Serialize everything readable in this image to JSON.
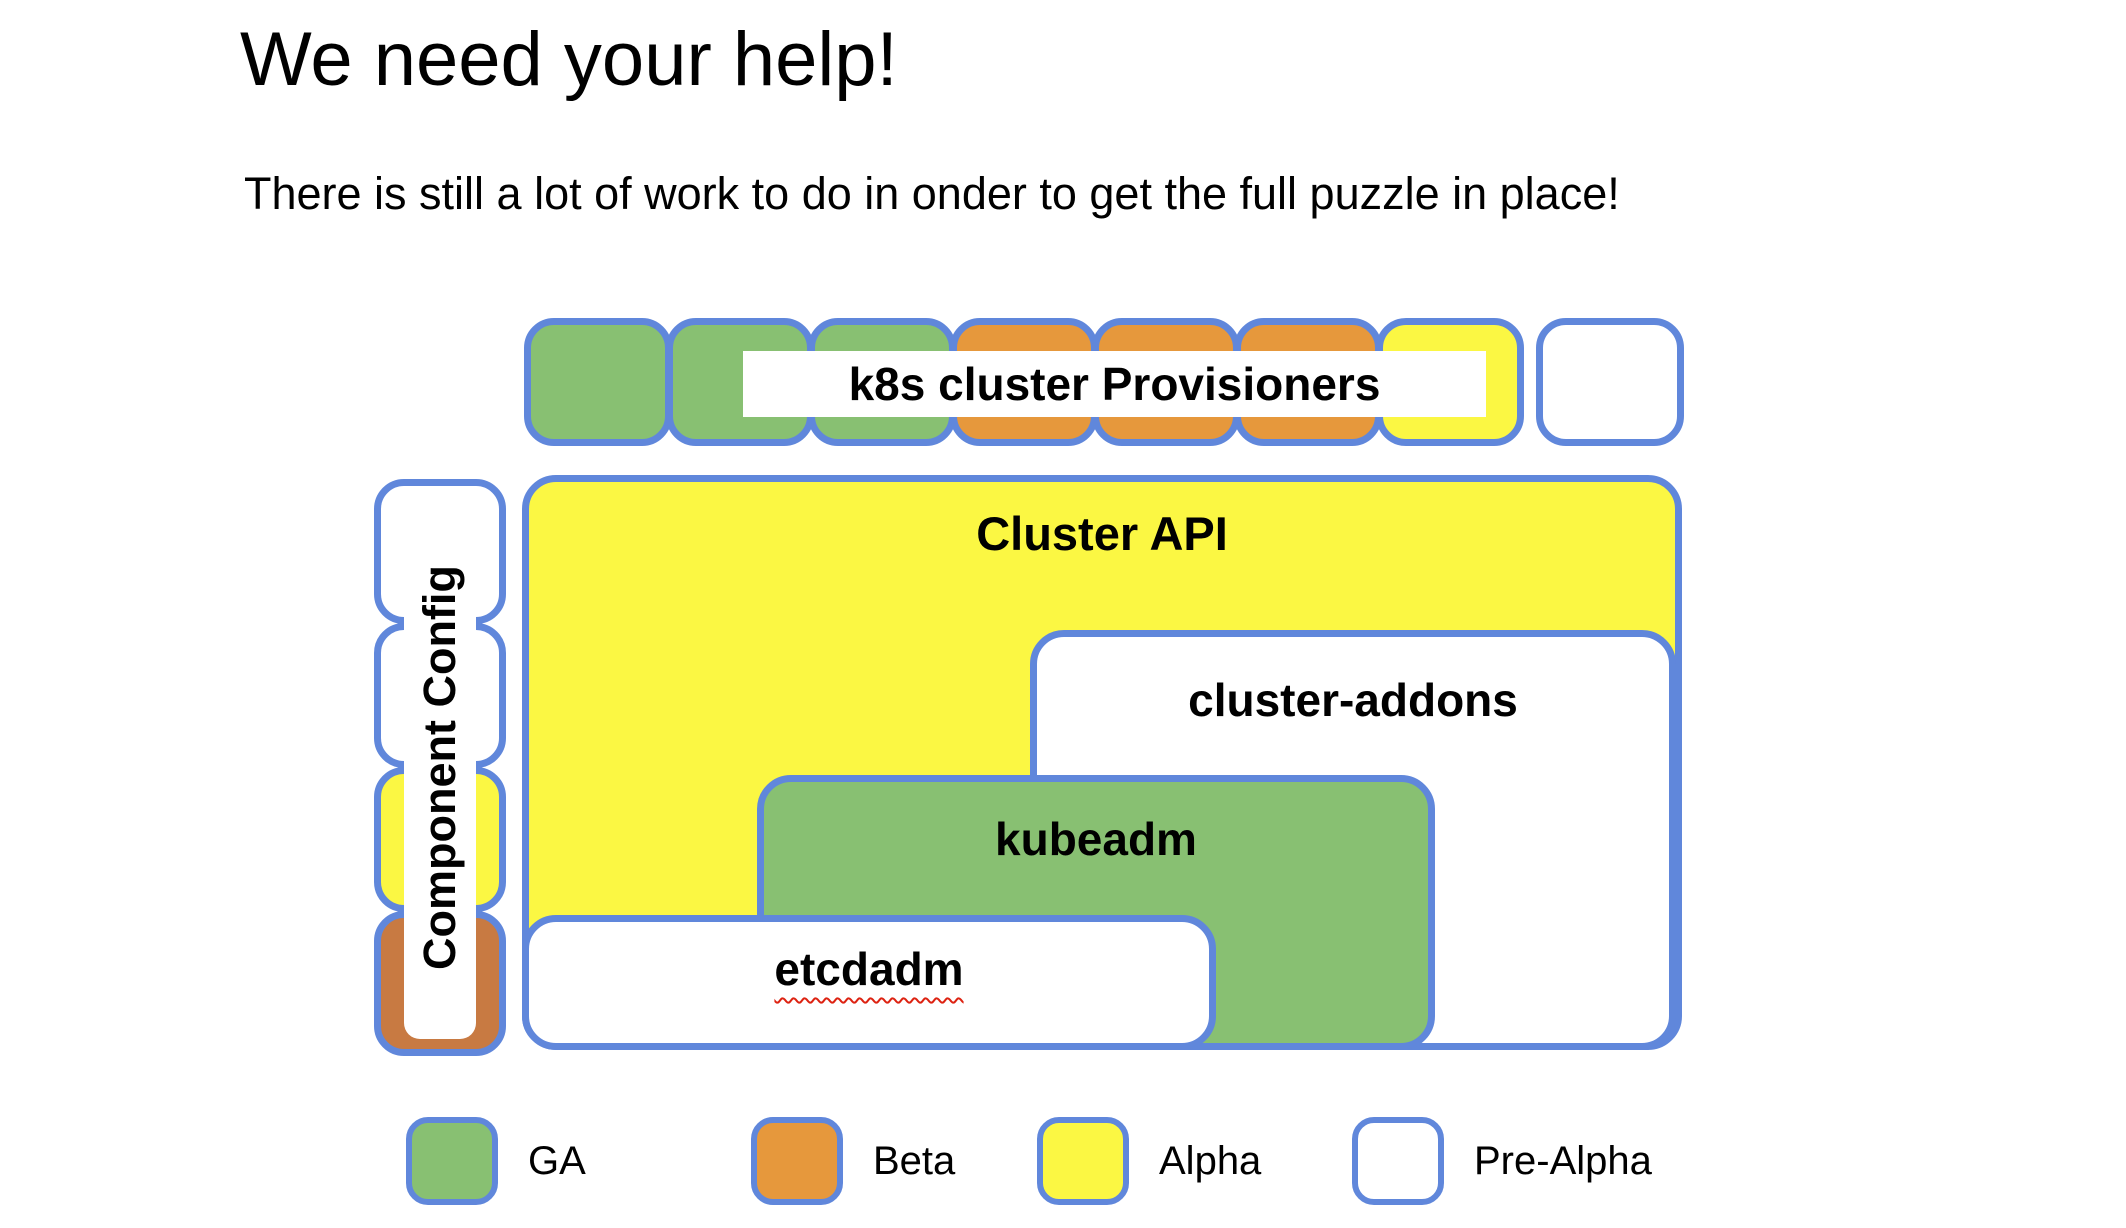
{
  "slide": {
    "title": "We need your help!",
    "subtitle": "There is still a lot of work to do in onder to get the full puzzle in place!"
  },
  "colors": {
    "ga": "#88C072",
    "beta": "#E6983C",
    "beta_dark": "#C87A42",
    "alpha": "#FBF743",
    "prealpha": "#FFFFFF",
    "border_blue": "#6087DB",
    "spellcheck_red": "#DD2211"
  },
  "provisioners": {
    "label": "k8s cluster Provisioners",
    "squares": [
      "ga",
      "ga",
      "ga",
      "beta",
      "beta",
      "beta",
      "alpha",
      "prealpha"
    ]
  },
  "component_config": {
    "label": "Component Config",
    "squares": [
      "prealpha",
      "prealpha",
      "alpha",
      "beta_dark"
    ]
  },
  "boxes": [
    {
      "id": "cluster-api",
      "label": "Cluster API",
      "status": "alpha"
    },
    {
      "id": "cluster-addons",
      "label": "cluster-addons",
      "status": "prealpha"
    },
    {
      "id": "kubeadm",
      "label": "kubeadm",
      "status": "ga"
    },
    {
      "id": "etcdadm",
      "label": "etcdadm",
      "status": "prealpha",
      "spellcheck_underline": true
    }
  ],
  "legend": [
    {
      "label": "GA",
      "status": "ga"
    },
    {
      "label": "Beta",
      "status": "beta"
    },
    {
      "label": "Alpha",
      "status": "alpha"
    },
    {
      "label": "Pre-Alpha",
      "status": "prealpha"
    }
  ]
}
